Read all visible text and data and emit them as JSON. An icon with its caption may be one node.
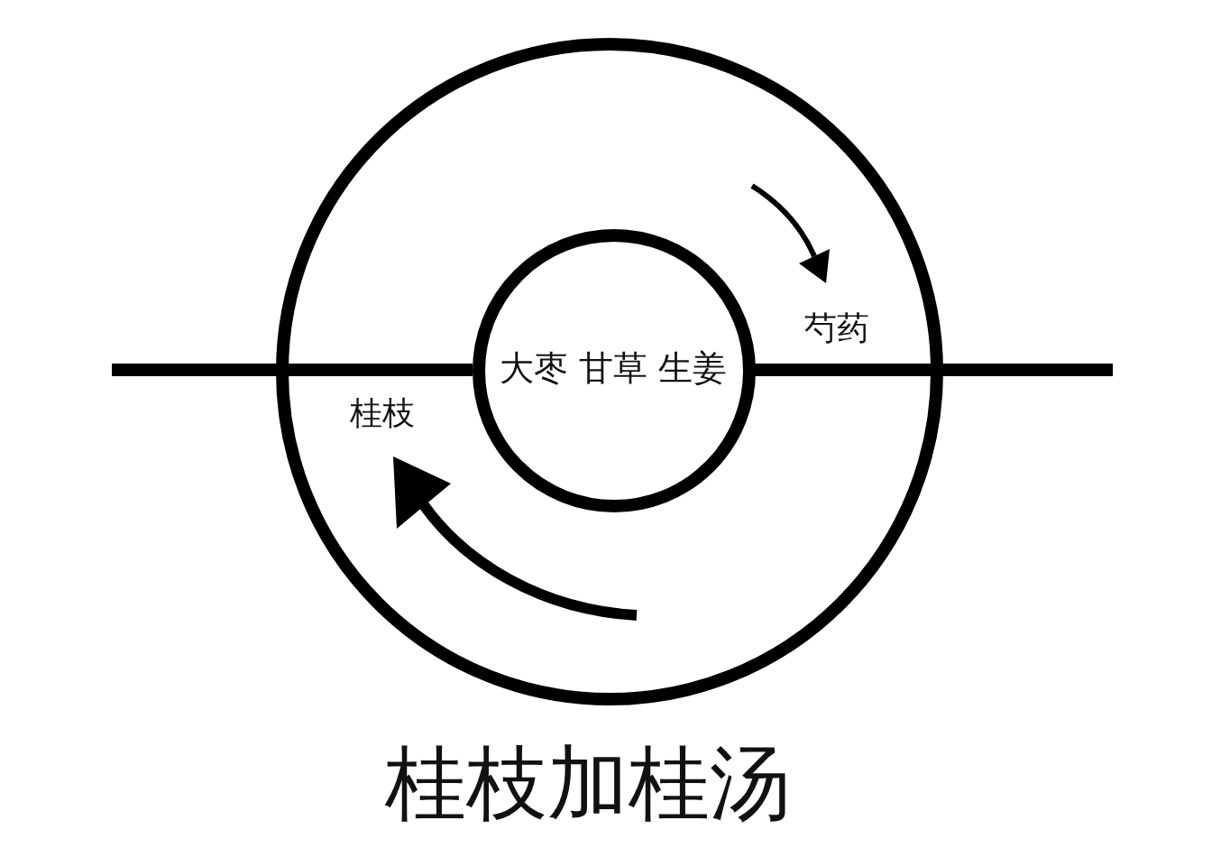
{
  "diagram": {
    "title": "桂枝加桂汤",
    "nodes": [
      {
        "text": [
          "芍药",
          "桂枝"
        ]
      },
      {
        "text": [
          "大枣 甘草 生姜"
        ],
        "in": 0
      }
    ]
  }
}
